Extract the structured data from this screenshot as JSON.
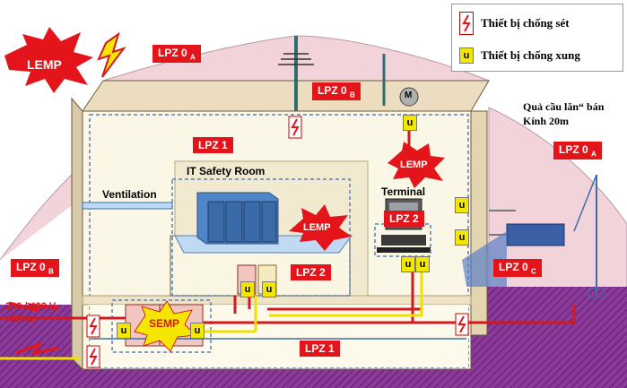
{
  "legend": {
    "lightning_arrester": "Thiết bị chống sét",
    "surge_protector": "Thiết bị chống xung",
    "surge_icon_letter": "u"
  },
  "zones": {
    "lpz0a_top": {
      "main": "LPZ 0",
      "sub": "A"
    },
    "lpz0a_right": {
      "main": "LPZ 0",
      "sub": "A"
    },
    "lpz0b_roof": {
      "main": "LPZ 0",
      "sub": "B"
    },
    "lpz0b_left": {
      "main": "LPZ 0",
      "sub": "B"
    },
    "lpz0c_right": {
      "main": "LPZ 0",
      "sub": "C"
    },
    "lpz1_upper": "LPZ 1",
    "lpz1_lower": "LPZ 1",
    "lpz2_room": "LPZ 2",
    "lpz2_terminal": "LPZ 2"
  },
  "labels": {
    "lemp": "LEMP",
    "semp": "SEMP",
    "it_room": "IT Safety Room",
    "ventilation": "Ventilation",
    "terminal": "Terminal",
    "power": [
      "230 / 400 V,",
      "50 Hz"
    ],
    "sphere": [
      "Quả cầu lăn“ bán",
      "Kính 20m"
    ],
    "motor": "M"
  },
  "colors": {
    "lpz_red": "#e4141b",
    "lemp_red": "#e4141b",
    "surge_yellow": "#f3e600",
    "ground_purple": "#7a2a8c",
    "sky_pink": "#f2d3da"
  }
}
